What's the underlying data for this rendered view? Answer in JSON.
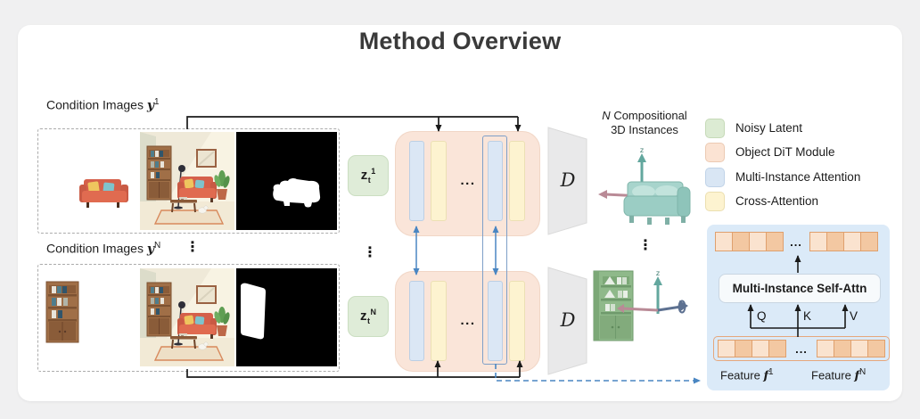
{
  "title": "Method Overview",
  "condition": {
    "row1": {
      "label": "Condition Images",
      "symbol": "y",
      "sup": "1"
    },
    "rowN": {
      "label": "Condition Images",
      "symbol": "y",
      "sup": "N"
    }
  },
  "latents": {
    "z1": {
      "base": "z",
      "sub": "t",
      "sup": "1"
    },
    "zN": {
      "base": "z",
      "sub": "t",
      "sup": "N"
    }
  },
  "modules": {
    "ellipsis": "..."
  },
  "decoder": {
    "symbol": "D"
  },
  "instances": {
    "n": "N",
    "line1": "Compositional",
    "line2": "3D Instances"
  },
  "legend": {
    "items": [
      {
        "label": "Noisy Latent",
        "color": "#dcebd3"
      },
      {
        "label": "Object DiT Module",
        "color": "#fbe3d3"
      },
      {
        "label": "Multi-Instance Attention",
        "color": "#d9e6f4"
      },
      {
        "label": "Cross-Attention",
        "color": "#fdf3d0"
      }
    ]
  },
  "attention_panel": {
    "selfattn_label": "Multi-Instance Self-Attn",
    "q": "Q",
    "k": "K",
    "v": "V",
    "ellipsis": "...",
    "feature1": {
      "label": "Feature",
      "symbol": "f",
      "sup": "1"
    },
    "featureN": {
      "label": "Feature",
      "symbol": "f",
      "sup": "N"
    }
  },
  "misc": {
    "vdots": "⋮",
    "axis_z": "z"
  },
  "colors": {
    "noisy_latent": "#dcebd3",
    "dit_module": "#fbe3d3",
    "multi_instance_attention": "#d9e6f4",
    "cross_attention": "#fdf3d0",
    "decoder_gray": "#e9e9ea",
    "panel_blue": "#dbeaf8",
    "token_light": "#fae3cf",
    "token_dark": "#f3c8a2",
    "arrow_blue": "#4a86c2",
    "line_black": "#1a1a1a"
  }
}
